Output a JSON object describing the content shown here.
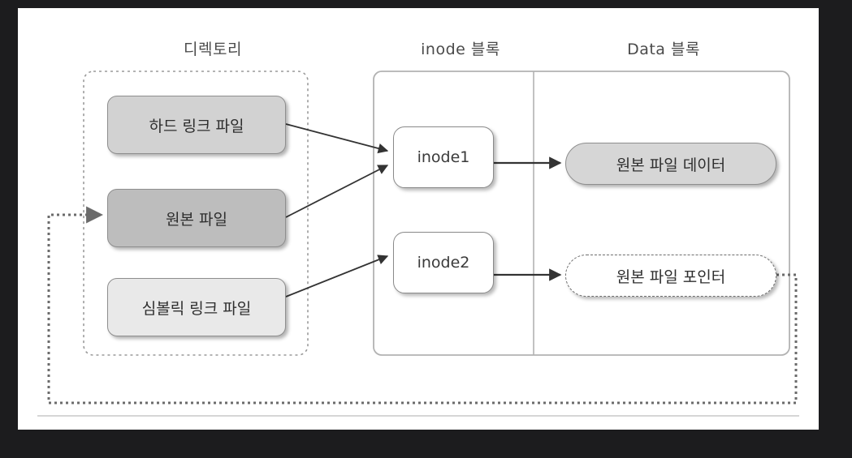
{
  "diagram": {
    "title_columns": {
      "directory": "디렉토리",
      "inode_block": "inode 블록",
      "data_block": "Data 블록"
    },
    "directory_entries": [
      {
        "label": "하드 링크 파일",
        "fill": "#d2d2d2"
      },
      {
        "label": "원본 파일",
        "fill": "#bdbdbd"
      },
      {
        "label": "심볼릭 링크 파일",
        "fill": "#e9e9e9"
      }
    ],
    "inodes": [
      {
        "label": "inode1"
      },
      {
        "label": "inode2"
      }
    ],
    "data_objects": [
      {
        "label": "원본 파일 데이터",
        "style": "solid-filled"
      },
      {
        "label": "원본 파일 포인터",
        "style": "dashed-outline"
      }
    ],
    "colors": {
      "page_background": "#1c1c1e",
      "card_background": "#ffffff",
      "box_border": "#8e8e8e",
      "arrow": "#333333",
      "dotted_path": "#6b6b6b",
      "title_text": "#4a4a4a"
    }
  }
}
